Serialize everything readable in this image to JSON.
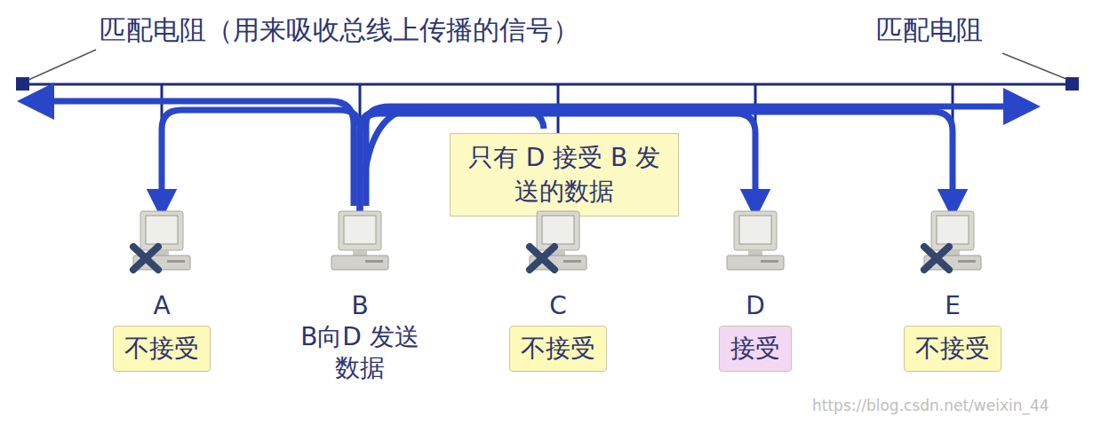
{
  "diagram": {
    "nodes": [
      {
        "text": [
          "只有 D 接受 B 发送的数据"
        ]
      },
      {
        "text": [
          "A"
        ]
      },
      {
        "text": [
          "B"
        ]
      },
      {
        "text": [
          "C"
        ]
      },
      {
        "text": [
          "D"
        ]
      },
      {
        "text": [
          "E"
        ]
      },
      {
        "text": [
          "不接受"
        ]
      },
      {
        "text": [
          "不接受"
        ]
      },
      {
        "text": [
          "接受"
        ]
      },
      {
        "text": [
          "不接受"
        ]
      }
    ],
    "edges": [
      {
        "from": 2,
        "to": 1,
        "arrow": "to"
      },
      {
        "from": 2,
        "to": 4,
        "arrow": "to"
      },
      {
        "from": 2,
        "to": 5,
        "arrow": "to"
      }
    ],
    "labels": [
      "匹配电阻（用来吸收总线上传播的信号）",
      "匹配电阻",
      "B向D 发送数据",
      "https://blog.csdn.net/weixin_44"
    ]
  }
}
